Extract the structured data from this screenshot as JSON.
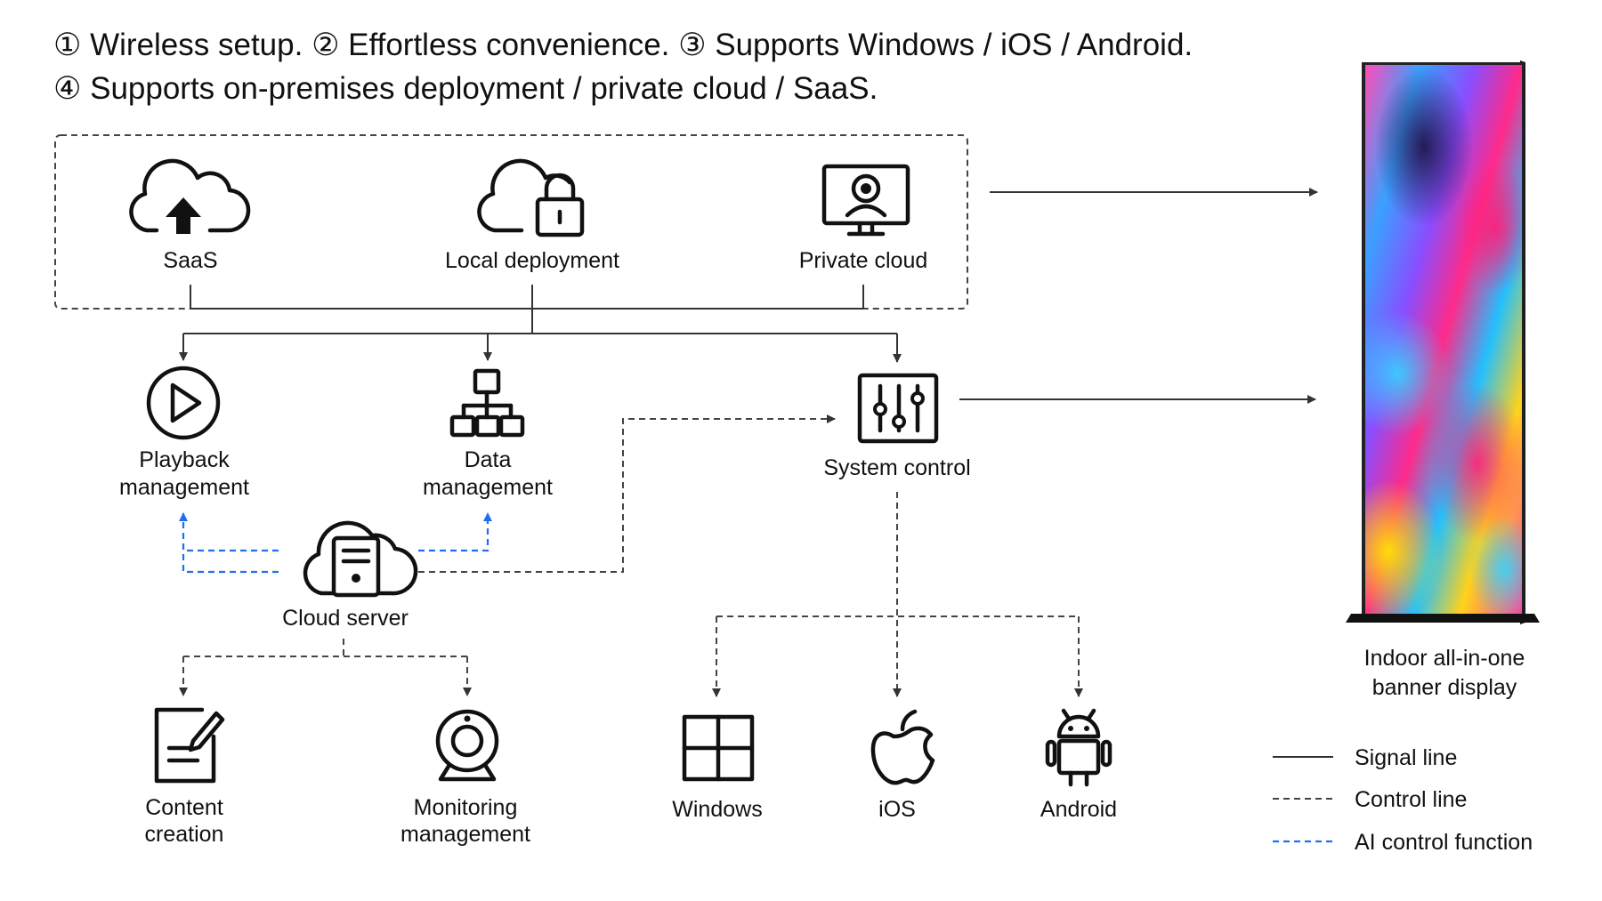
{
  "header": {
    "line1": "① Wireless setup. ② Effortless convenience. ③ Supports Windows / iOS / Android.",
    "line2": "④ Supports on-premises deployment / private cloud / SaaS."
  },
  "deployment": {
    "saas": "SaaS",
    "local": "Local deployment",
    "private": "Private cloud"
  },
  "functions": {
    "playback": [
      "Playback",
      "management"
    ],
    "data": [
      "Data",
      "management"
    ],
    "system": "System control"
  },
  "server": "Cloud server",
  "server_tools": {
    "content": [
      "Content",
      "creation"
    ],
    "monitoring": [
      "Monitoring",
      "management"
    ]
  },
  "platforms": {
    "windows": "Windows",
    "ios": "iOS",
    "android": "Android"
  },
  "display": [
    "Indoor all-in-one",
    "banner display"
  ],
  "legend": {
    "signal": "Signal line",
    "control": "Control line",
    "ai": "AI control function"
  },
  "colors": {
    "ai_line": "#1f6ff0",
    "signal_line": "#333333",
    "control_line": "#444444"
  },
  "icons": {
    "saas": "cloud-upload-icon",
    "local": "cloud-lock-icon",
    "private": "monitor-user-icon",
    "playback": "play-circle-icon",
    "data": "hierarchy-icon",
    "system": "sliders-icon",
    "server": "cloud-server-icon",
    "content": "edit-document-icon",
    "monitoring": "webcam-icon",
    "windows": "windows-logo-icon",
    "ios": "apple-logo-icon",
    "android": "android-logo-icon"
  }
}
